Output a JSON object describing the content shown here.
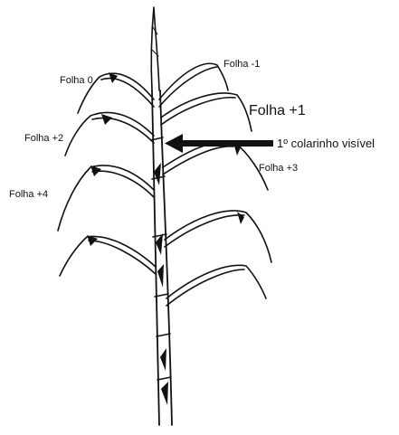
{
  "labels": {
    "folha_0": "Folha 0",
    "folha_m1": "Folha -1",
    "folha_p1": "Folha +1",
    "folha_p2": "Folha +2",
    "folha_p3": "Folha +3",
    "folha_p4": "Folha +4",
    "colarinho": "1º colarinho visível"
  },
  "colors": {
    "ink": "#111111",
    "background": "#ffffff"
  }
}
